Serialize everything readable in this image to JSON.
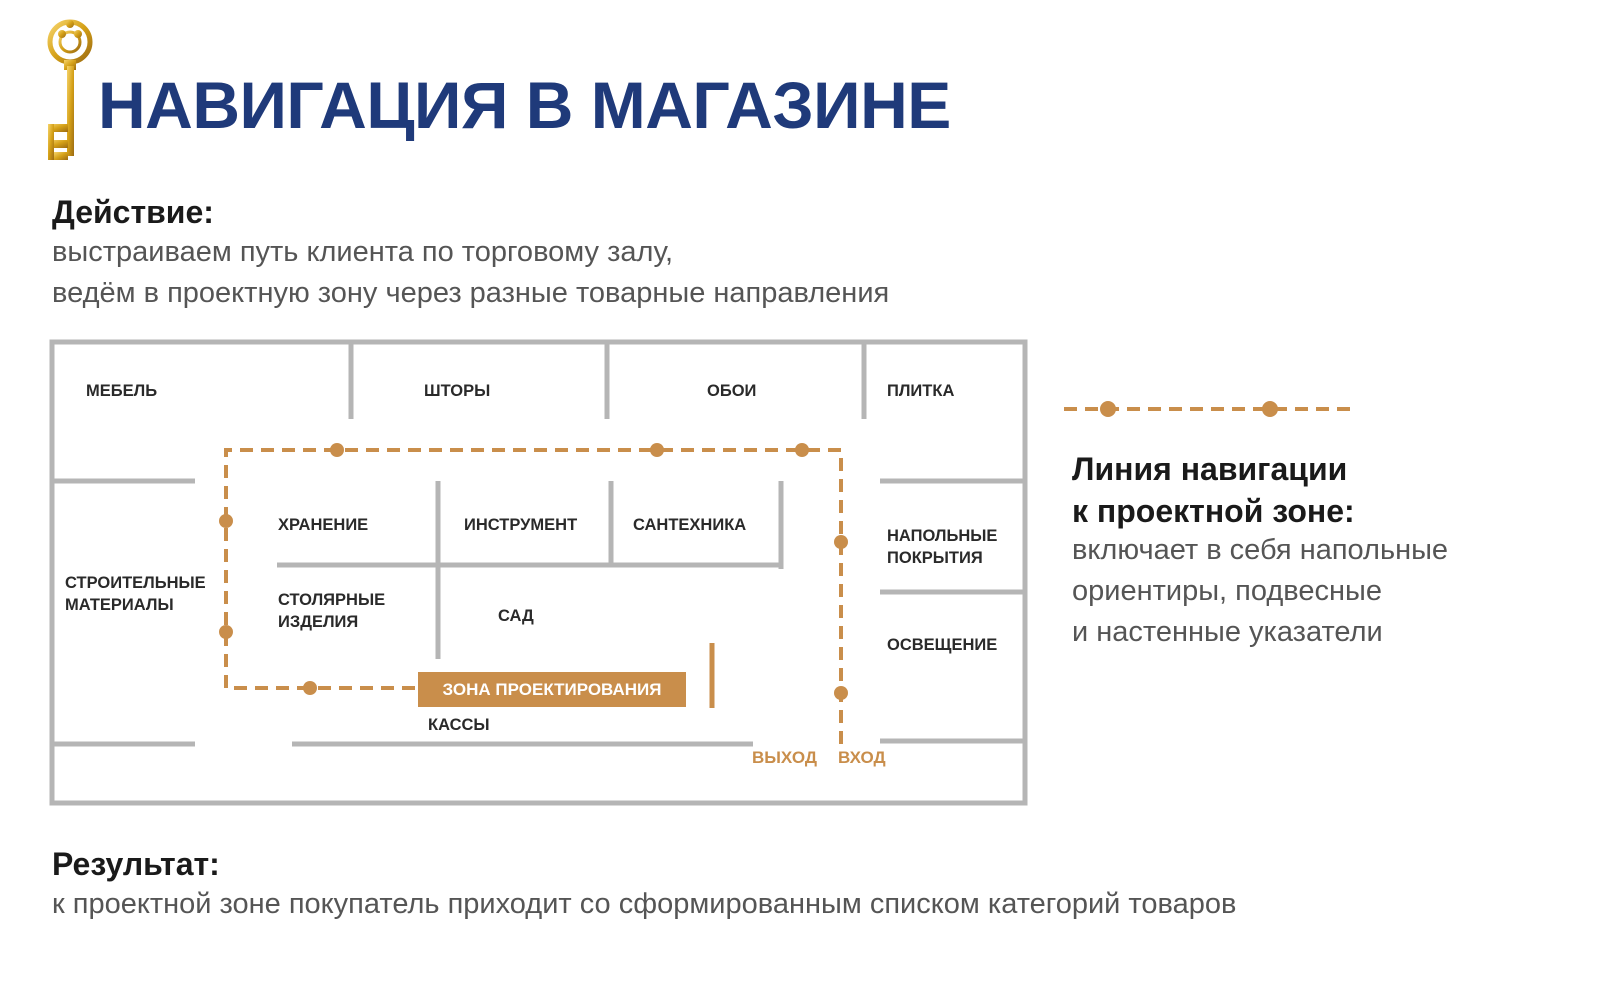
{
  "header": {
    "title": "НАВИГАЦИЯ В МАГАЗИНЕ",
    "logo_icon": "golden-key-icon"
  },
  "action": {
    "label": "Действие:",
    "lines": [
      "выстраиваем путь клиента по торговому залу,",
      "ведём в проектную зону через разные товарные направления"
    ]
  },
  "floor_plan": {
    "rooms": {
      "furniture": "МЕБЕЛЬ",
      "curtains": "ШТОРЫ",
      "wallpaper": "ОБОИ",
      "tiles": "ПЛИТКА",
      "storage": "ХРАНЕНИЕ",
      "tools": "ИНСТРУМЕНТ",
      "plumbing": "САНТЕХНИКА",
      "flooring": "НАПОЛЬНЫЕ\nПОКРЫТИЯ",
      "building_materials": "СТРОИТЕЛЬНЫЕ\nМАТЕРИАЛЫ",
      "joinery": "СТОЛЯРНЫЕ\nИЗДЕЛИЯ",
      "garden": "САД",
      "lighting": "ОСВЕЩЕНИЕ",
      "checkout": "КАССЫ"
    },
    "design_zone": "ЗОНА ПРОЕКТИРОВАНИЯ",
    "exit": "ВЫХОД",
    "entrance": "ВХОД",
    "colors": {
      "walls": "#b5b5b5",
      "accent": "#c98e4b"
    }
  },
  "legend": {
    "title_lines": [
      "Линия навигации",
      "к проектной зоне:"
    ],
    "text_lines": [
      "включает в себя напольные",
      "ориентиры, подвесные",
      "и настенные указатели"
    ]
  },
  "result": {
    "label": "Результат:",
    "text": "к проектной зоне покупатель приходит со сформированным списком категорий товаров"
  }
}
